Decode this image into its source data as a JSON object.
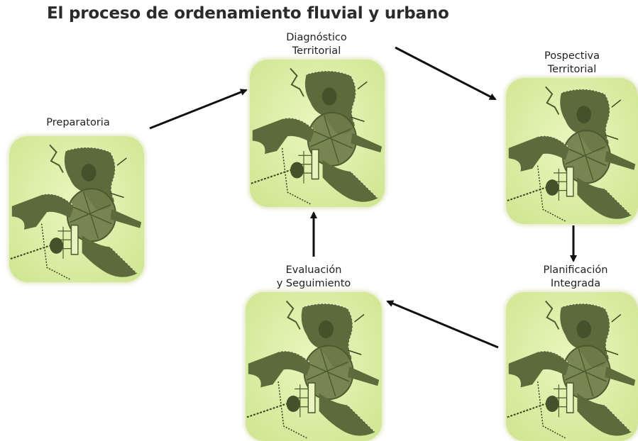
{
  "title": "El proceso de ordenamiento fluvial y urbano",
  "colors": {
    "tile_bg": "#dff2a9",
    "map_fill": "#5c6b3c",
    "arrow": "#111111"
  },
  "stages": [
    {
      "id": "preparatoria",
      "line1": "Preparatoria",
      "line2": ""
    },
    {
      "id": "diagnostico",
      "line1": "Diagnóstico",
      "line2": "Territorial"
    },
    {
      "id": "pospectiva",
      "line1": "Pospectiva",
      "line2": "Territorial"
    },
    {
      "id": "planificacion",
      "line1": "Planificación",
      "line2": "Integrada"
    },
    {
      "id": "evaluacion",
      "line1": "Evaluación",
      "line2": "y Seguimiento"
    }
  ]
}
